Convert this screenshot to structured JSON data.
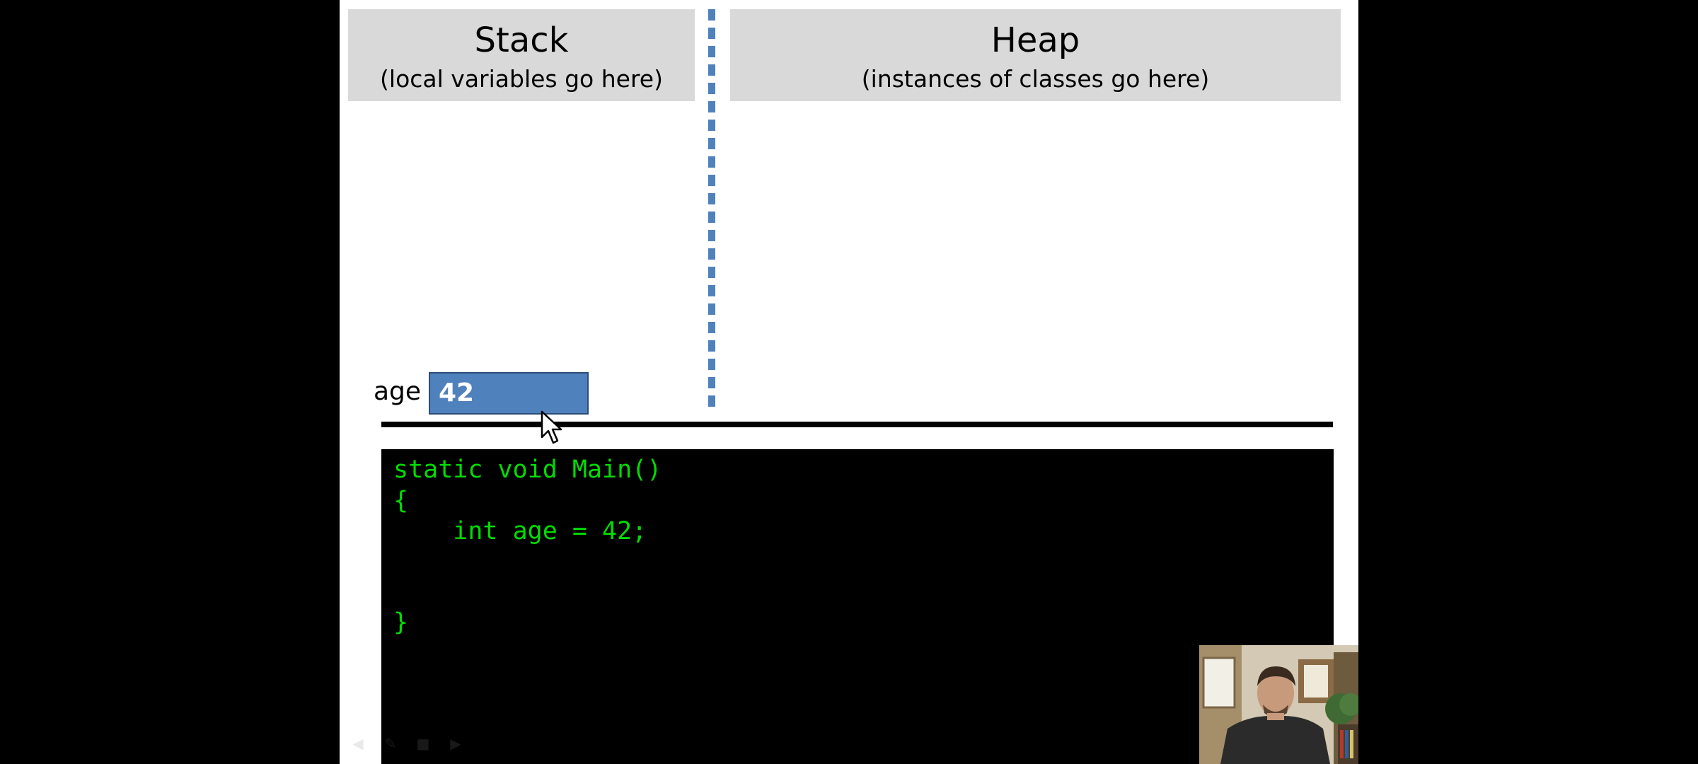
{
  "stack": {
    "title": "Stack",
    "subtitle": "(local variables go here)"
  },
  "heap": {
    "title": "Heap",
    "subtitle": "(instances of classes go here)"
  },
  "variable": {
    "name": "age",
    "value": "42"
  },
  "code": {
    "lines": [
      "static void Main()",
      "{",
      "    int age = 42;",
      "",
      "",
      "}"
    ]
  },
  "colors": {
    "header_bg": "#d9d9d9",
    "divider": "#4f81bd",
    "value_box": "#4f81bd",
    "code_text": "#00dd00",
    "code_bg": "#000000"
  },
  "icons": {
    "cursor": "mouse-pointer-icon",
    "nav_prev": "arrow-left-icon",
    "nav_pen": "pen-icon",
    "nav_menu": "menu-icon",
    "nav_next": "arrow-right-icon"
  }
}
